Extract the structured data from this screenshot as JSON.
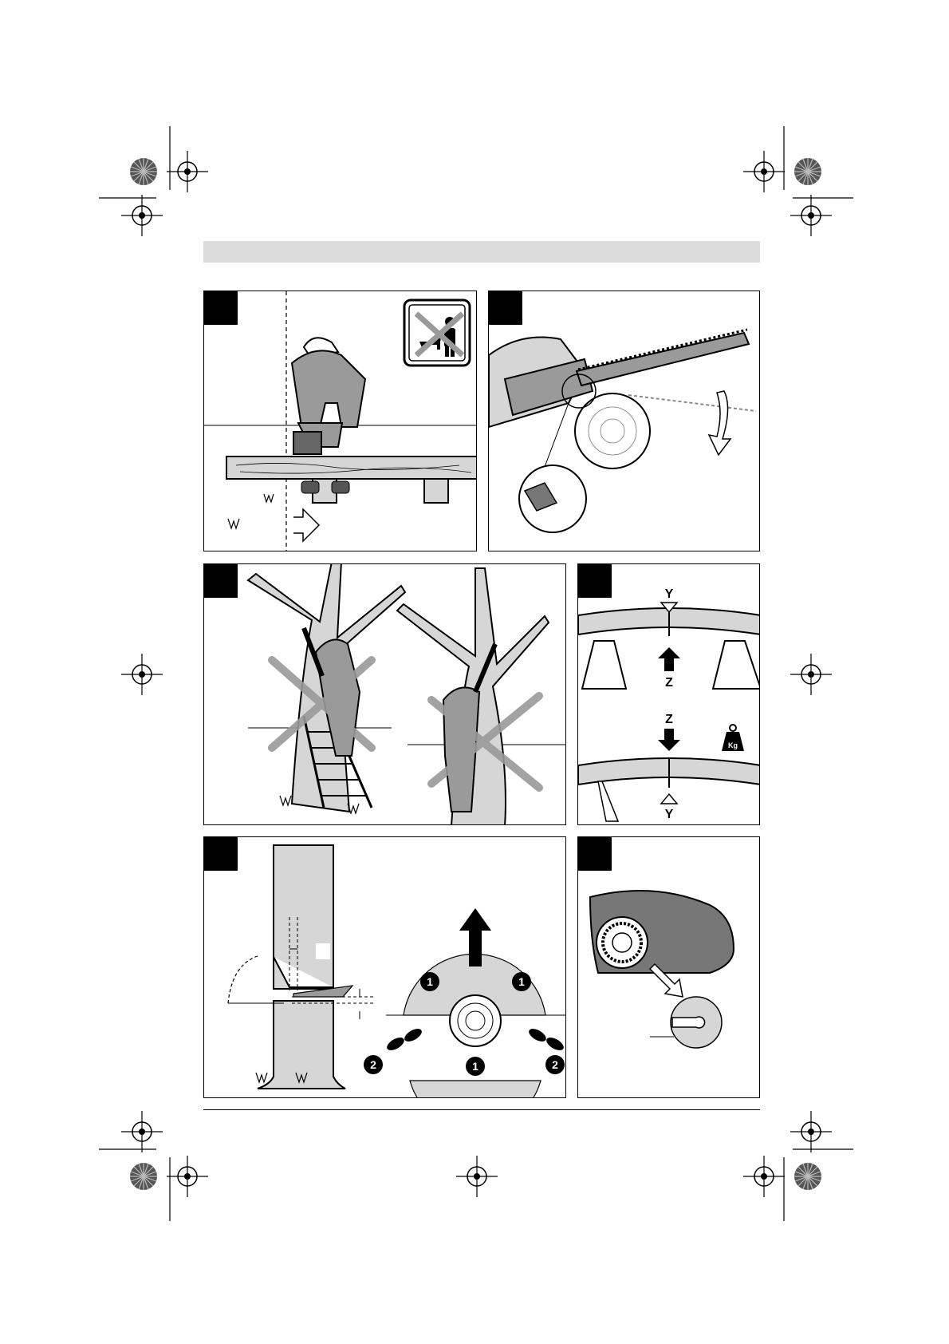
{
  "labels": {
    "y": "Y",
    "z": "Z",
    "kg": "Kg",
    "zone_1": "1",
    "zone_2": "2"
  },
  "colors": {
    "header_band": "#dcdcdc",
    "panel_tab": "#000000",
    "illustration_fill": "#9a9a9a",
    "light_fill": "#d6d6d6"
  },
  "icons": [
    "registration-mark",
    "color-target",
    "no-bystanders-icon",
    "weight-icon"
  ]
}
